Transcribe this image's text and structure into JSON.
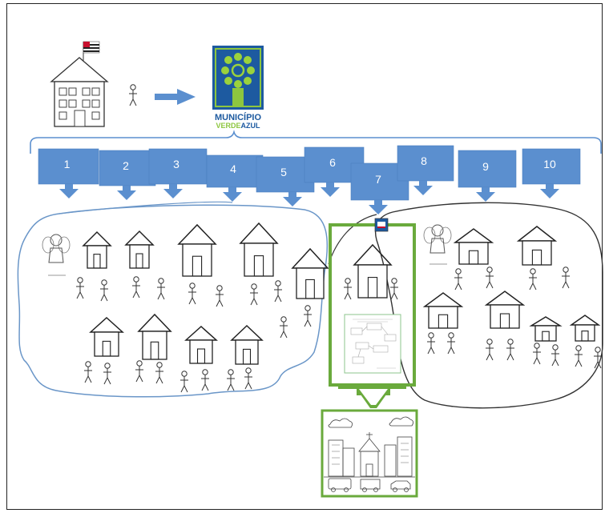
{
  "logo": {
    "line1": "MUNICÍPIO",
    "verde": "VERDE",
    "azul": "AZUL",
    "colors": {
      "green": "#8dc63f",
      "blue": "#1d5aa0",
      "leaf": "#9bd23c"
    }
  },
  "arrows": {
    "color": "#5b8fcf",
    "labels": [
      "1",
      "2",
      "3",
      "4",
      "5",
      "6",
      "7",
      "8",
      "9",
      "10"
    ]
  },
  "icons": {
    "school": "school-building-icon",
    "flag": "flag-icon",
    "person": "stick-figure-icon",
    "house": "house-icon",
    "angel": "angel-icon",
    "city": "city-scene-icon"
  },
  "colors": {
    "left_region": "#6a96c8",
    "right_region": "#333333",
    "highlight": "#6aaa3c"
  }
}
